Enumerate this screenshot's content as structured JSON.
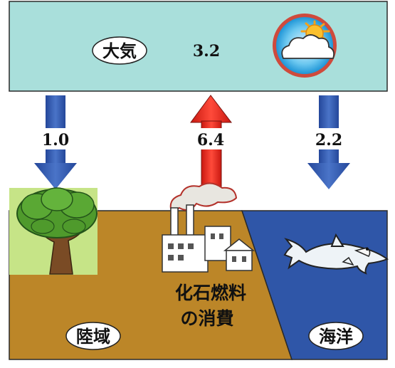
{
  "atmosphere": {
    "label": "大気",
    "value": "3.2"
  },
  "flows": [
    {
      "name": "land-uptake",
      "value": "1.0",
      "direction": "down",
      "color": "#2f56a8"
    },
    {
      "name": "fossil-emission",
      "value": "6.4",
      "direction": "up",
      "color": "#e8211b"
    },
    {
      "name": "ocean-uptake",
      "value": "2.2",
      "direction": "down",
      "color": "#2f56a8"
    }
  ],
  "fossil": {
    "line1": "化石燃料",
    "line2": "の消費"
  },
  "land": {
    "label": "陸域"
  },
  "ocean": {
    "label": "海洋"
  },
  "colors": {
    "atmosphere": "#a9dfdb",
    "land": "#bc8628",
    "ocean": "#2f56a8",
    "up_arrow": "#e8211b",
    "down_arrow": "#2f56a8"
  },
  "icons": [
    "sun-cloud-icon",
    "tree-icon",
    "factory-icon",
    "shark-icon"
  ]
}
